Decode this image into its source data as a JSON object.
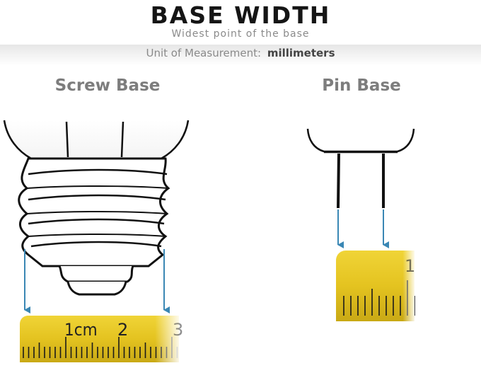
{
  "header": {
    "title": "BASE WIDTH",
    "subtitle": "Widest point of the base"
  },
  "unit": {
    "label": "Unit of Measurement:",
    "value": "millimeters"
  },
  "sections": {
    "screw": {
      "label": "Screw Base"
    },
    "pin": {
      "label": "Pin Base"
    }
  },
  "rulers": {
    "screw": {
      "label_1": "1cm",
      "label_2": "2",
      "label_3": "3"
    },
    "pin": {
      "label_1": "1"
    }
  },
  "colors": {
    "ruler_yellow": "#e4c320",
    "arrow_blue": "#3a87b4",
    "outline": "#111111"
  }
}
